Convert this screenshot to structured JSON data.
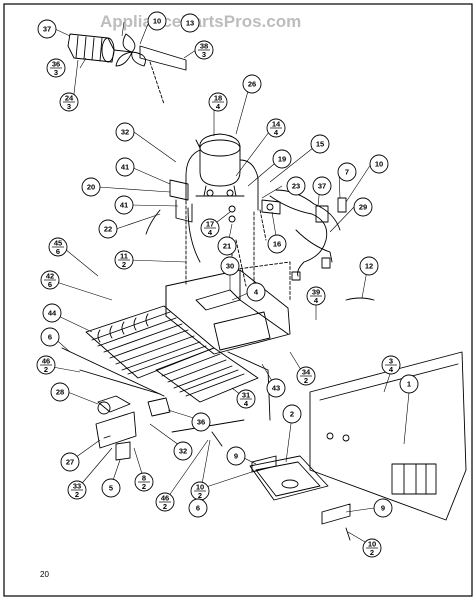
{
  "watermark": "AppliancePartsPros.com",
  "page_number": "20",
  "callouts": [
    {
      "id": "c37a",
      "text": "37"
    },
    {
      "id": "c10a",
      "text": "10"
    },
    {
      "id": "c13",
      "text": "13"
    },
    {
      "id": "c38",
      "num": "38",
      "den": "3"
    },
    {
      "id": "c36a",
      "num": "36",
      "den": "3"
    },
    {
      "id": "c24",
      "num": "24",
      "den": "3"
    },
    {
      "id": "c26a",
      "text": "26"
    },
    {
      "id": "c18",
      "num": "18",
      "den": "4"
    },
    {
      "id": "c32a",
      "text": "32"
    },
    {
      "id": "c14",
      "num": "14",
      "den": "4"
    },
    {
      "id": "c15",
      "text": "15"
    },
    {
      "id": "c19",
      "text": "19"
    },
    {
      "id": "c41a",
      "text": "41"
    },
    {
      "id": "c23",
      "text": "23"
    },
    {
      "id": "c37b",
      "text": "37"
    },
    {
      "id": "c7",
      "text": "7"
    },
    {
      "id": "c10b",
      "text": "10"
    },
    {
      "id": "c20",
      "text": "20"
    },
    {
      "id": "c41b",
      "text": "41"
    },
    {
      "id": "c29",
      "text": "29"
    },
    {
      "id": "c17",
      "num": "17",
      "den": "4"
    },
    {
      "id": "c22",
      "text": "22"
    },
    {
      "id": "c21",
      "text": "21"
    },
    {
      "id": "c16",
      "text": "16"
    },
    {
      "id": "c45a",
      "num": "45",
      "den": "6"
    },
    {
      "id": "c11",
      "num": "11",
      "den": "2"
    },
    {
      "id": "c30",
      "text": "30"
    },
    {
      "id": "c12",
      "text": "12"
    },
    {
      "id": "c42",
      "num": "42",
      "den": "6"
    },
    {
      "id": "c4",
      "text": "4"
    },
    {
      "id": "c39",
      "num": "39",
      "den": "4"
    },
    {
      "id": "c44",
      "text": "44"
    },
    {
      "id": "c6a",
      "text": "6"
    },
    {
      "id": "c46a",
      "num": "46",
      "den": "2"
    },
    {
      "id": "c3",
      "num": "3",
      "den": "4"
    },
    {
      "id": "c34",
      "num": "34",
      "den": "2"
    },
    {
      "id": "c1",
      "text": "1"
    },
    {
      "id": "c28",
      "text": "28"
    },
    {
      "id": "c43",
      "text": "43"
    },
    {
      "id": "c31",
      "num": "31",
      "den": "4"
    },
    {
      "id": "c36b",
      "text": "36"
    },
    {
      "id": "c2",
      "text": "2"
    },
    {
      "id": "c32b",
      "text": "32"
    },
    {
      "id": "c27",
      "text": "27"
    },
    {
      "id": "c9a",
      "text": "9"
    },
    {
      "id": "c33",
      "num": "33",
      "den": "2"
    },
    {
      "id": "c5",
      "text": "5"
    },
    {
      "id": "c8",
      "num": "8",
      "den": "2"
    },
    {
      "id": "c46b",
      "num": "46",
      "den": "2"
    },
    {
      "id": "c10c",
      "num": "10",
      "den": "2"
    },
    {
      "id": "c6b",
      "text": "6"
    },
    {
      "id": "c9b",
      "text": "9"
    },
    {
      "id": "c10d",
      "num": "10",
      "den": "2"
    }
  ]
}
